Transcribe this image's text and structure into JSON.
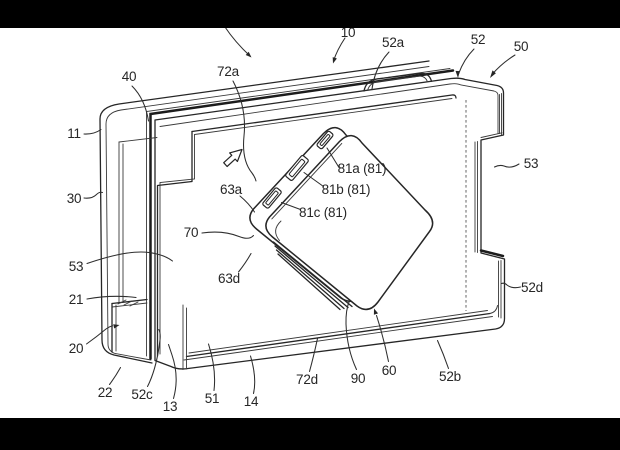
{
  "figure": {
    "kind": "patent-perspective-line-drawing",
    "colors": {
      "background": "#ffffff",
      "line": "#262626",
      "letterbox": "#000000"
    },
    "labels": {
      "n10": "10",
      "n52a": "52a",
      "n52": "52",
      "n50": "50",
      "n40": "40",
      "n72a": "72a",
      "n11": "11",
      "n53_right": "53",
      "n30": "30",
      "n63a": "63a",
      "n81a": "81a (81)",
      "n81b": "81b (81)",
      "n81c": "81c (81)",
      "n70": "70",
      "n53_left": "53",
      "n63d": "63d",
      "n21": "21",
      "n52d": "52d",
      "n20": "20",
      "n22": "22",
      "n52c": "52c",
      "n13": "13",
      "n51": "51",
      "n14": "14",
      "n72d": "72d",
      "n90": "90",
      "n60": "60",
      "n52b": "52b"
    }
  }
}
